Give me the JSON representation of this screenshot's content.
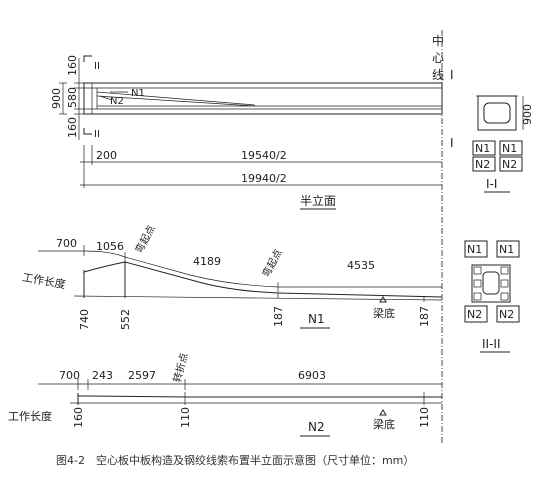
{
  "half_elevation": {
    "section_marks": [
      "II",
      "II"
    ],
    "end_marks": [
      "I",
      "I"
    ],
    "centerline_label": "中心线",
    "vertical_dims": [
      "160",
      "580",
      "900",
      "160"
    ],
    "strand_labels": [
      "N1",
      "N2"
    ],
    "horizontal_dims": [
      "200",
      "19540/2",
      "19940/2"
    ],
    "title": "半立面"
  },
  "section_I": {
    "height_dim": "900",
    "cells": [
      "N1",
      "N1",
      "N2",
      "N2"
    ],
    "title": "I-I"
  },
  "section_II": {
    "cells_top": [
      "N1",
      "N1"
    ],
    "cells_bottom": [
      "N2",
      "N2"
    ],
    "title": "II-II"
  },
  "n1": {
    "dims": [
      "700",
      "1056",
      "4189",
      "4535"
    ],
    "bend_labels": [
      "弯起点",
      "弯起点"
    ],
    "working_length_label": "工作长度",
    "lengths": [
      "740",
      "552",
      "187",
      "187"
    ],
    "support_label": "梁底",
    "title": "N1"
  },
  "n2": {
    "dims": [
      "700",
      "243",
      "2597",
      "6903"
    ],
    "turn_label": "转折点",
    "working_length_label": "工作长度",
    "lengths": [
      "160",
      "110",
      "110"
    ],
    "support_label": "梁底",
    "title": "N2"
  },
  "caption": "图4-2　空心板中板构造及钢绞线索布置半立面示意图（尺寸单位：mm）"
}
